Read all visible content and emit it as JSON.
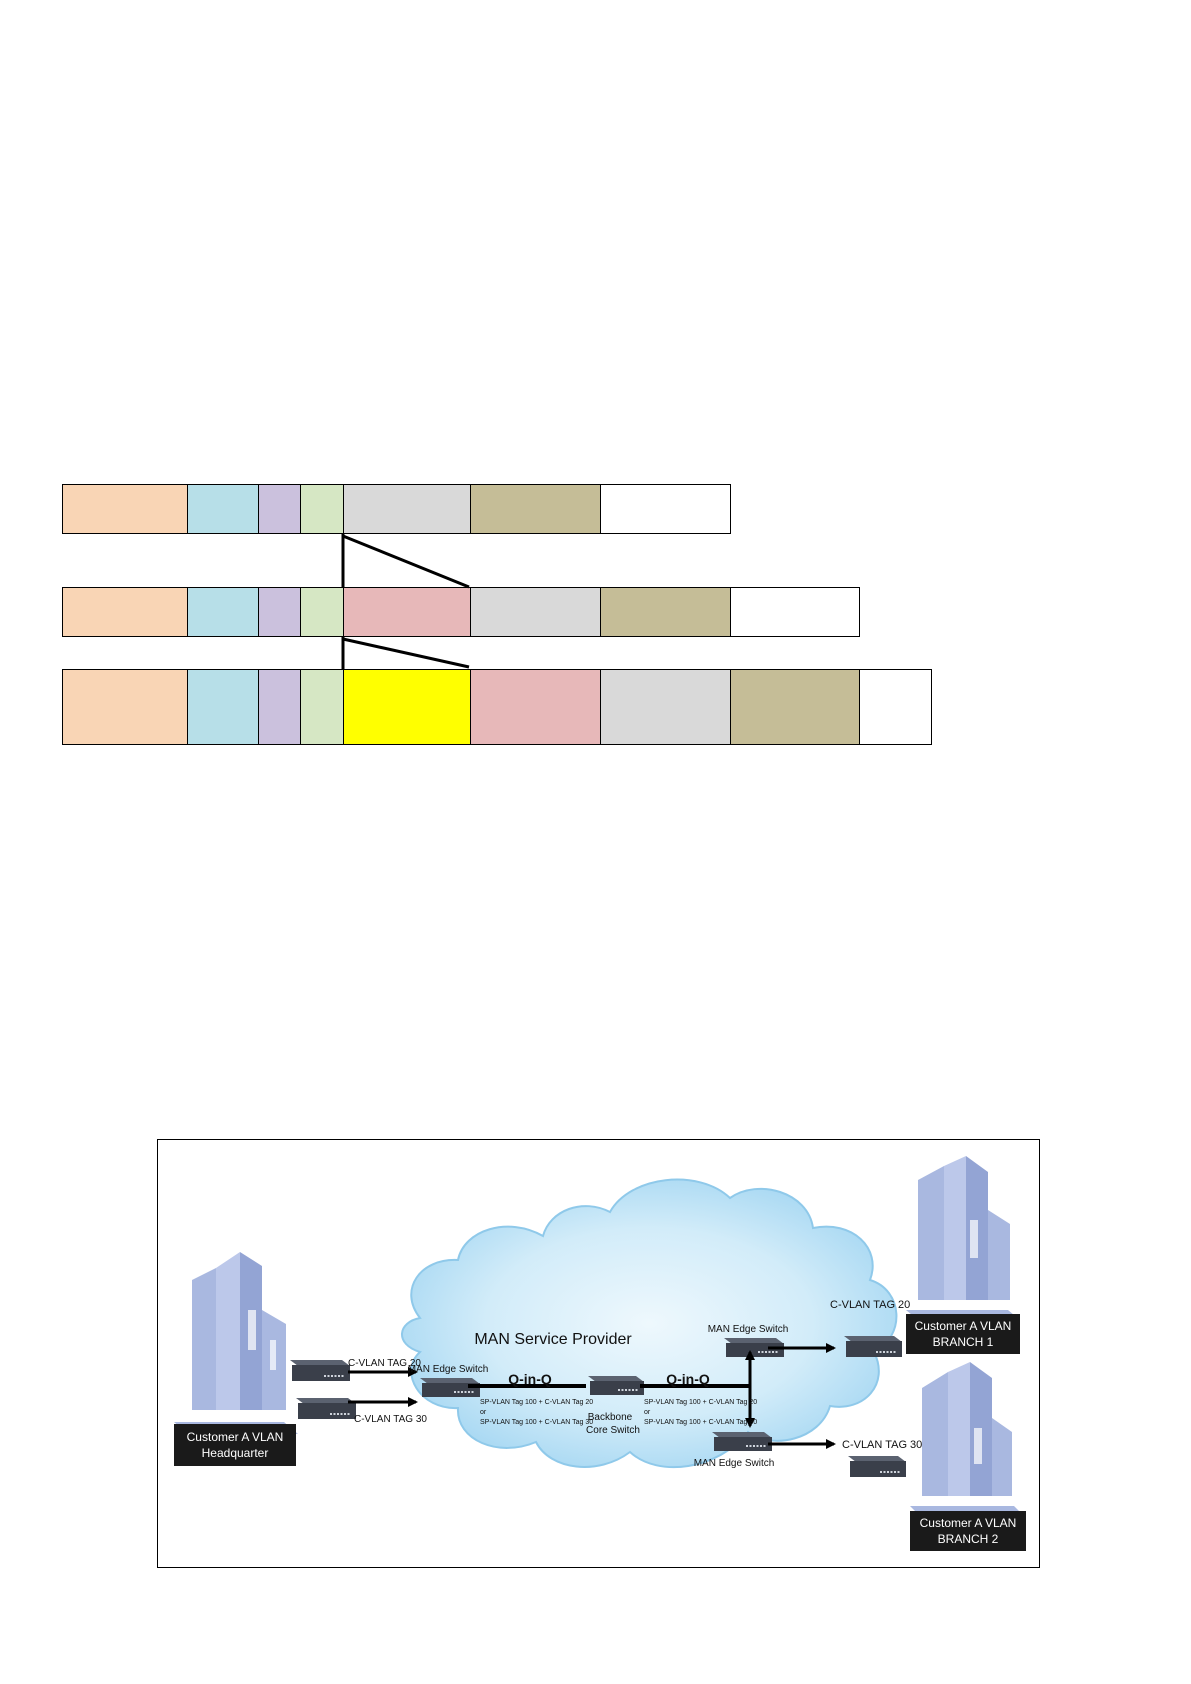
{
  "frame_diagram": {
    "colors": {
      "peach": "#f9d5b5",
      "light_blue": "#b7dfe8",
      "lavender": "#cbc1dd",
      "light_green": "#d6e7c4",
      "light_gray": "#d9d9d9",
      "khaki": "#c5bd97",
      "white": "#ffffff",
      "pink": "#e7b8b9",
      "yellow": "#ffff00",
      "outline": "#000000"
    },
    "rows": [
      {
        "cells": [
          "peach",
          "light_blue",
          "lavender",
          "light_green",
          "light_gray",
          "khaki",
          "white"
        ]
      },
      {
        "cells": [
          "peach",
          "light_blue",
          "lavender",
          "light_green",
          "pink",
          "light_gray",
          "khaki",
          "white"
        ]
      },
      {
        "cells": [
          "peach",
          "light_blue",
          "lavender",
          "light_green",
          "yellow",
          "pink",
          "light_gray",
          "khaki",
          "white"
        ]
      }
    ]
  },
  "network_figure": {
    "cloud_title": "MAN Service Provider",
    "qinq_left": "Q-in-Q",
    "qinq_right": "Q-in-Q",
    "man_edge_switch_left": "MAN Edge Switch",
    "man_edge_switch_top": "MAN Edge Switch",
    "man_edge_switch_bottom": "MAN Edge Switch",
    "backbone_line1": "Backbone",
    "backbone_line2": "Core Switch",
    "tag_left_line1": "SP-VLAN Tag 100 + C-VLAN Tag 20",
    "tag_left_or": "or",
    "tag_left_line2": "SP-VLAN Tag 100 + C-VLAN Tag 30",
    "tag_right_line1": "SP-VLAN Tag 100 + C-VLAN Tag 20",
    "tag_right_or": "or",
    "tag_right_line2": "SP-VLAN Tag 100 + C-VLAN Tag 30",
    "cvlan_hq_20": "C-VLAN TAG 20",
    "cvlan_hq_30": "C-VLAN TAG 30",
    "cvlan_branch1": "C-VLAN TAG 20",
    "cvlan_branch2": "C-VLAN TAG 30",
    "hq_label_line1": "Customer A VLAN",
    "hq_label_line2": "Headquarter",
    "branch1_label_line1": "Customer A VLAN",
    "branch1_label_line2": "BRANCH 1",
    "branch2_label_line1": "Customer A VLAN",
    "branch2_label_line2": "BRANCH 2",
    "colors": {
      "cloud_fill": "#a8d8f2",
      "cloud_inner": "#e4f4fc",
      "building": "#a9b8e0",
      "building_dark": "#8fa0d0",
      "label_box": "#1a1a1a",
      "label_text": "#ffffff",
      "switch_body": "#3a3f4a",
      "switch_top": "#5b6270",
      "arrow": "#000000"
    }
  }
}
